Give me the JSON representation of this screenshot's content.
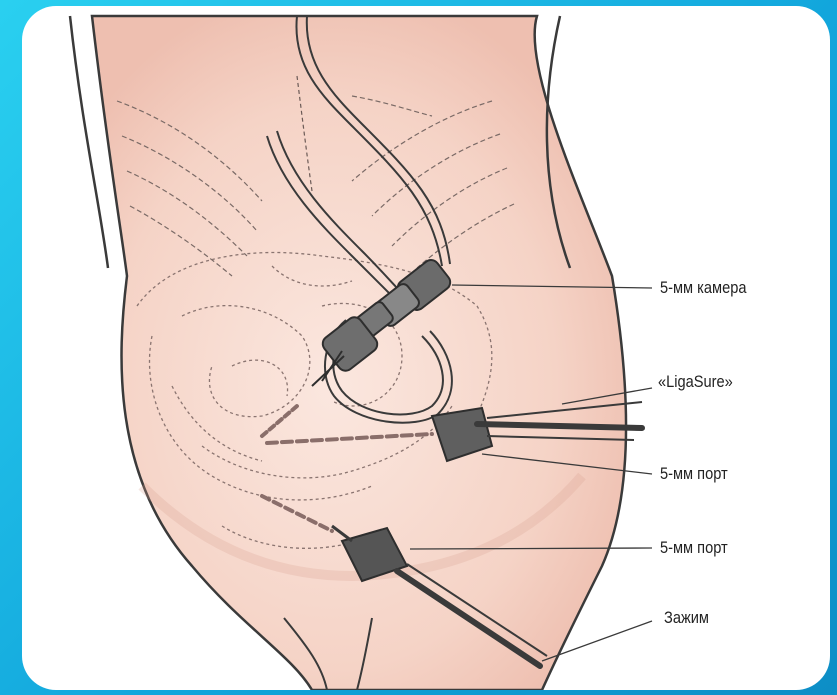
{
  "labels": {
    "camera": "5-мм камера",
    "ligasure": "«LigaSure»",
    "port_upper": "5-мм порт",
    "port_lower": "5-мм порт",
    "clamp": "Зажим"
  },
  "colors": {
    "frame_background": "#1bb8e6",
    "panel_background": "#ffffff",
    "skin": "#f6d6cc",
    "outline": "#3a3a3a",
    "instrument": "#555555",
    "label_text": "#222222"
  }
}
